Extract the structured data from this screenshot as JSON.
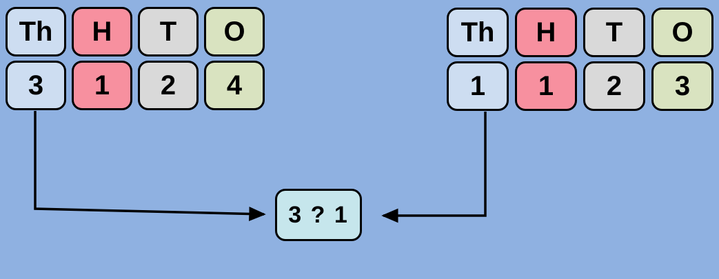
{
  "page": {
    "background_color": "#8fb1e1",
    "description": "Place value comparison diagram"
  },
  "colors": {
    "thousands_column": "#cdddf1",
    "hundreds_column": "#f7909f",
    "tens_column": "#d9d9d9",
    "ones_column": "#d9e3c0",
    "comparison_box": "#c6e6ec",
    "cell_border": "#000000",
    "arrow": "#000000"
  },
  "headers": [
    "Th",
    "H",
    "T",
    "O"
  ],
  "left_number": {
    "digits": [
      "3",
      "1",
      "2",
      "4"
    ]
  },
  "right_number": {
    "digits": [
      "1",
      "1",
      "2",
      "3"
    ]
  },
  "comparison": {
    "label": "3 ? 1"
  }
}
